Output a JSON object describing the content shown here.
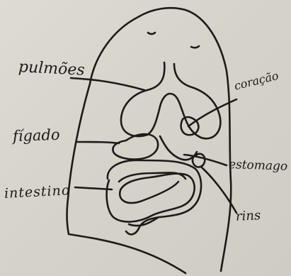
{
  "labels": {
    "pulmoes": "pulmões",
    "coracao": "coração",
    "figado": "fígado",
    "estomago": "estomago",
    "intestino": "intestino",
    "rins": "rins"
  },
  "colors": {
    "paper": "#d7d4cc",
    "ink": "#1c1b19"
  }
}
